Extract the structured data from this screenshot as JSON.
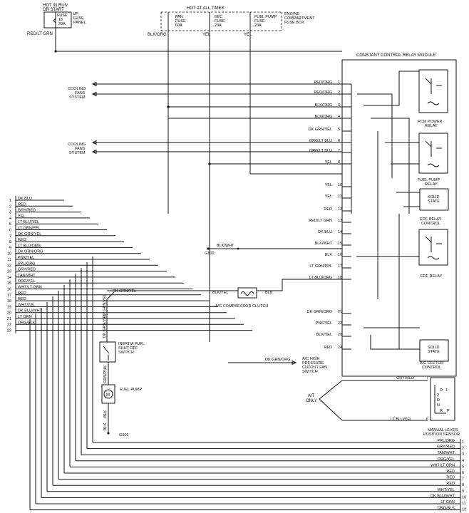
{
  "top": {
    "hot_run_start": [
      "HOT IN RUN",
      "OR START"
    ],
    "ip_fuse": [
      "FUSE",
      "18",
      "20A"
    ],
    "ip_panel": [
      "I/P",
      "FUSE",
      "PANEL"
    ],
    "red_lt_grn": "RED/LT GRN",
    "hot_at_all_times": "HOT AT ALL TIMES",
    "fan_fuse": [
      "FAN",
      "FUSE",
      "60A"
    ],
    "eec_fuse": [
      "EEC",
      "FUSE",
      "20A"
    ],
    "fuel_pump_fuse": [
      "FUEL PUMP",
      "FUSE",
      "20A"
    ],
    "engine_box": [
      "ENGINE",
      "COMPARTMENT",
      "FUSE BOX"
    ],
    "blk_org": "BLK/ORG",
    "yel_a": "YEL",
    "yel_b": "YEL"
  },
  "ccrm": {
    "title": "CONSTANT CONTROL RELAY MODULE",
    "pins": [
      {
        "label": "RED/ORG",
        "num": "1"
      },
      {
        "label": "RED/ORG",
        "num": "2"
      },
      {
        "label": "BLK/ORG",
        "num": "3"
      },
      {
        "label": "BLK/ORG",
        "num": "4"
      },
      {
        "label": "DK GRN/YEL",
        "num": "5"
      },
      {
        "label": "ORG/LT BLU",
        "num": "6"
      },
      {
        "label": "ORG/LT BLU",
        "num": "7"
      },
      {
        "label": "YEL",
        "num": "8"
      },
      {
        "label": "YEL",
        "num": "10"
      },
      {
        "label": "YEL",
        "num": "11"
      },
      {
        "label": "RED",
        "num": "12"
      },
      {
        "label": "RED/LT GRN",
        "num": "13"
      },
      {
        "label": "DK BLU",
        "num": "14"
      },
      {
        "label": "BLK/WHT",
        "num": "15"
      },
      {
        "label": "BLK",
        "num": "16"
      },
      {
        "label": "LT GRN/PPL",
        "num": "17"
      },
      {
        "label": "LT BLU/ORG",
        "num": "18"
      },
      {
        "label": "DK GRN/ORG",
        "num": "21"
      },
      {
        "label": "PNK/YEL",
        "num": "22"
      },
      {
        "label": "BLK/YEL",
        "num": "23"
      },
      {
        "label": "RED",
        "num": "24"
      }
    ],
    "pcm_power_relay": [
      "PCM POWER",
      "RELAY"
    ],
    "fuel_pump_relay": [
      "FUEL PUMP",
      "RELAY"
    ],
    "solid_state_1": [
      "SOLID",
      "STATE"
    ],
    "edf_relay_control": [
      "EDF RELAY",
      "CONTROL"
    ],
    "edf_relay": "EDF RELAY",
    "solid_state_2": [
      "SOLID",
      "STATE"
    ],
    "ac_clutch_control": [
      "A/C CLUTCH",
      "CONTROL"
    ]
  },
  "left": {
    "cooling_fans_1": [
      "COOLING",
      "FANS",
      "SYSTEM"
    ],
    "cooling_fans_2": [
      "COOLING",
      "FANS",
      "SYSTEM"
    ],
    "pcm_pins": [
      {
        "num": "1",
        "label": "DK BLU"
      },
      {
        "num": "2",
        "label": "RED"
      },
      {
        "num": "3",
        "label": "GRY/RED"
      },
      {
        "num": "4",
        "label": "YEL"
      },
      {
        "num": "5",
        "label": "LT BLU/YEL"
      },
      {
        "num": "6",
        "label": "LT GRN/PPL"
      },
      {
        "num": "7",
        "label": "DK GRN/YEL"
      },
      {
        "num": "8",
        "label": "RED"
      },
      {
        "num": "9",
        "label": "LT BLU/ORG"
      },
      {
        "num": "10",
        "label": "DK GRN/ORG"
      },
      {
        "num": "11",
        "label": "PNK/YEL"
      },
      {
        "num": "12",
        "label": "PPL/ORG"
      },
      {
        "num": "13",
        "label": "GRY/RED"
      },
      {
        "num": "14",
        "label": "TAN/WHT"
      },
      {
        "num": "15",
        "label": "ORG/YEL"
      },
      {
        "num": "16",
        "label": "WHT/LT GRN"
      },
      {
        "num": "17",
        "label": "RED"
      },
      {
        "num": "18",
        "label": "RED"
      },
      {
        "num": "19",
        "label": "WHT/YEL"
      },
      {
        "num": "20",
        "label": "DK BLU/WHT"
      },
      {
        "num": "21",
        "label": "LT GRN"
      },
      {
        "num": "22",
        "label": "ORG/BLK"
      },
      {
        "num": "23",
        "label": ""
      }
    ]
  },
  "middle": {
    "blk_wht": "BLK/WHT",
    "g100": "G100",
    "dk_grn_yel": "DK GRN/YEL",
    "blk_yel": "BLK/YEL",
    "blk": "BLK",
    "ac_compressor": "A/C COMPRESSOR CLUTCH",
    "inertia_switch": [
      "INERTIA FUEL",
      "SHUT OFF",
      "SWITCH"
    ],
    "vert_dk_grn_yel": "DK GRN/YEL",
    "vert_dk_grn_yel_2": "DK GRN/YEL",
    "vert_grn_pnk": "GRN/PNK",
    "fuel_pump": "FUEL PUMP",
    "vert_blk_1": "BLK",
    "vert_blk_2": "BLK",
    "g302": "G302",
    "motor_glyph": "M",
    "ac_hp_wire": "DK GRN/ORG",
    "ac_hp_switch": [
      "A/C HIGH",
      "PRESSURE",
      "CUTOUT FAN",
      "SWITCH"
    ],
    "at_only": [
      "A/T",
      "ONLY"
    ],
    "gry_red": "GRY/RED",
    "pin7": "7",
    "pin6": "6",
    "lt_blu_yel": "LT BLU/YEL",
    "gear_letters": [
      "D",
      "1",
      "2",
      "D",
      "N",
      "R",
      "P"
    ],
    "manual_lever": [
      "MANUAL LEVER",
      "POSITION SENSOR"
    ]
  },
  "bottom": {
    "connector": [
      {
        "label": "PPL/ORG",
        "num": "1"
      },
      {
        "label": "GRY/RED",
        "num": "2"
      },
      {
        "label": "TAN/WHT",
        "num": "3"
      },
      {
        "label": "ORG/YEL",
        "num": "4"
      },
      {
        "label": "WHT/LT GRN",
        "num": "5"
      },
      {
        "label": "RED",
        "num": "6"
      },
      {
        "label": "RED",
        "num": "7"
      },
      {
        "label": "RED",
        "num": "8"
      },
      {
        "label": "WHT/YEL",
        "num": "9"
      },
      {
        "label": "DK BLU/WHT",
        "num": "10"
      },
      {
        "label": "LT GRN",
        "num": "11"
      },
      {
        "label": "ORG/BLK",
        "num": "12"
      }
    ]
  }
}
